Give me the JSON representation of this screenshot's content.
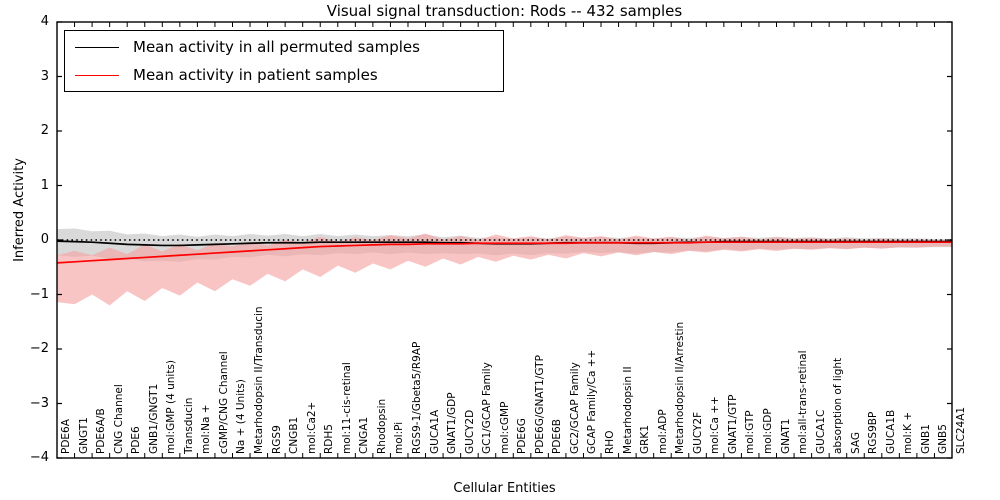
{
  "chart_data": {
    "type": "line",
    "title": "Visual signal transduction: Rods -- 432 samples",
    "xlabel": "Cellular Entities",
    "ylabel": "Inferred Activity",
    "ylim": [
      -4,
      4
    ],
    "yticks": [
      -4,
      -3,
      -2,
      -1,
      0,
      1,
      2,
      3,
      4
    ],
    "grid": false,
    "legend_position": "upper left",
    "legend": [
      {
        "label": "Mean activity in all permuted samples",
        "color": "#000000"
      },
      {
        "label": "Mean activity in patient samples",
        "color": "#ff0000"
      }
    ],
    "categories": [
      "PDE6A",
      "GNGT1",
      "PDE6A/B",
      "CNG Channel",
      "PDE6",
      "GNB1/GNGT1",
      "mol:GMP (4 units)",
      "Transducin",
      "mol:Na +",
      "cGMP/CNG Channel",
      "Na + (4 Units)",
      "Metarhodopsin II/Transducin",
      "RGS9",
      "CNGB1",
      "mol:Ca2+",
      "RDH5",
      "mol:11-cis-retinal",
      "CNGA1",
      "Rhodopsin",
      "mol:Pi",
      "RGS9-1/Gbeta5/R9AP",
      "GUCA1A",
      "GNAT1/GDP",
      "GUCY2D",
      "GC1/GCAP Family",
      "mol:cGMP",
      "PDE6G",
      "PDE6G/GNAT1/GTP",
      "PDE6B",
      "GC2/GCAP Family",
      "GCAP Family/Ca ++",
      "RHO",
      "Metarhodopsin II",
      "GRK1",
      "mol:ADP",
      "Metarhodopsin II/Arrestin",
      "GUCY2F",
      "mol:Ca ++",
      "GNAT1/GTP",
      "mol:GTP",
      "mol:GDP",
      "GNAT1",
      "mol:all-trans-retinal",
      "GUCA1C",
      "absorption of light",
      "SAG",
      "RGS9BP",
      "GUCA1B",
      "mol:K +",
      "GNB1",
      "GNB5",
      "SLC24A1"
    ],
    "series": [
      {
        "name": "Mean activity in all permuted samples",
        "color": "#000000",
        "style": "solid",
        "values": [
          -0.02,
          -0.03,
          -0.04,
          -0.06,
          -0.08,
          -0.09,
          -0.1,
          -0.1,
          -0.09,
          -0.08,
          -0.07,
          -0.06,
          -0.05,
          -0.05,
          -0.05,
          -0.04,
          -0.04,
          -0.04,
          -0.04,
          -0.04,
          -0.04,
          -0.04,
          -0.05,
          -0.05,
          -0.06,
          -0.07,
          -0.07,
          -0.07,
          -0.06,
          -0.05,
          -0.05,
          -0.05,
          -0.05,
          -0.06,
          -0.06,
          -0.05,
          -0.04,
          -0.04,
          -0.03,
          -0.03,
          -0.03,
          -0.03,
          -0.03,
          -0.03,
          -0.03,
          -0.03,
          -0.03,
          -0.03,
          -0.03,
          -0.03,
          -0.03,
          -0.03
        ],
        "band_upper": [
          0.22,
          0.24,
          0.2,
          0.23,
          0.18,
          0.21,
          0.17,
          0.2,
          0.15,
          0.18,
          0.14,
          0.17,
          0.13,
          0.16,
          0.12,
          0.15,
          0.11,
          0.14,
          0.11,
          0.13,
          0.11,
          0.14,
          0.1,
          0.13,
          0.1,
          0.12,
          0.09,
          0.12,
          0.09,
          0.11,
          0.09,
          0.11,
          0.09,
          0.11,
          0.08,
          0.1,
          0.08,
          0.1,
          0.07,
          0.09,
          0.07,
          0.09,
          0.07,
          0.08,
          0.06,
          0.08,
          0.06,
          0.07,
          0.06,
          0.06,
          0.05,
          0.05
        ],
        "band_lower": [
          -0.26,
          -0.28,
          -0.25,
          -0.29,
          -0.26,
          -0.3,
          -0.28,
          -0.3,
          -0.26,
          -0.28,
          -0.24,
          -0.26,
          -0.22,
          -0.25,
          -0.21,
          -0.24,
          -0.2,
          -0.22,
          -0.19,
          -0.22,
          -0.19,
          -0.22,
          -0.19,
          -0.21,
          -0.19,
          -0.21,
          -0.18,
          -0.21,
          -0.18,
          -0.2,
          -0.17,
          -0.19,
          -0.17,
          -0.19,
          -0.16,
          -0.18,
          -0.15,
          -0.17,
          -0.14,
          -0.16,
          -0.13,
          -0.15,
          -0.13,
          -0.14,
          -0.12,
          -0.13,
          -0.11,
          -0.12,
          -0.11,
          -0.11,
          -0.1,
          -0.1
        ]
      },
      {
        "name": "Mean activity in patient samples",
        "color": "#ff0000",
        "style": "solid",
        "values": [
          -0.42,
          -0.4,
          -0.38,
          -0.36,
          -0.34,
          -0.32,
          -0.3,
          -0.28,
          -0.26,
          -0.24,
          -0.22,
          -0.2,
          -0.18,
          -0.16,
          -0.14,
          -0.12,
          -0.11,
          -0.1,
          -0.09,
          -0.08,
          -0.08,
          -0.07,
          -0.07,
          -0.07,
          -0.06,
          -0.06,
          -0.06,
          -0.06,
          -0.06,
          -0.06,
          -0.05,
          -0.05,
          -0.05,
          -0.05,
          -0.05,
          -0.05,
          -0.05,
          -0.04,
          -0.04,
          -0.04,
          -0.04,
          -0.04,
          -0.04,
          -0.04,
          -0.04,
          -0.04,
          -0.04,
          -0.04,
          -0.04,
          -0.04,
          -0.04,
          -0.04
        ],
        "band_upper": [
          0.14,
          0.2,
          0.1,
          0.22,
          0.08,
          0.24,
          0.09,
          0.21,
          0.07,
          0.19,
          0.1,
          0.17,
          0.08,
          0.16,
          0.09,
          0.18,
          0.07,
          0.15,
          0.09,
          0.17,
          0.11,
          0.19,
          0.08,
          0.14,
          0.06,
          0.16,
          0.09,
          0.13,
          0.07,
          0.15,
          0.09,
          0.12,
          0.06,
          0.13,
          0.08,
          0.11,
          0.05,
          0.12,
          0.07,
          0.1,
          0.05,
          0.09,
          0.06,
          0.08,
          0.05,
          0.07,
          0.04,
          0.06,
          0.04,
          0.05,
          0.04,
          0.04
        ],
        "band_lower": [
          -0.72,
          -0.78,
          -0.62,
          -0.84,
          -0.6,
          -0.8,
          -0.58,
          -0.74,
          -0.52,
          -0.7,
          -0.5,
          -0.64,
          -0.44,
          -0.6,
          -0.4,
          -0.56,
          -0.36,
          -0.5,
          -0.34,
          -0.46,
          -0.3,
          -0.42,
          -0.27,
          -0.38,
          -0.25,
          -0.34,
          -0.23,
          -0.3,
          -0.21,
          -0.28,
          -0.19,
          -0.25,
          -0.18,
          -0.23,
          -0.17,
          -0.21,
          -0.15,
          -0.19,
          -0.14,
          -0.17,
          -0.13,
          -0.16,
          -0.12,
          -0.14,
          -0.11,
          -0.13,
          -0.1,
          -0.12,
          -0.09,
          -0.1,
          -0.08,
          -0.08
        ]
      }
    ],
    "reference_line": {
      "value": 0,
      "style": "dotted",
      "color": "#000000"
    },
    "colors": {
      "permuted_line": "#000000",
      "permuted_band": "#cccccc",
      "patient_line": "#ff0000",
      "patient_band": "#f4a0a0",
      "axis": "#000000",
      "background": "#ffffff"
    }
  }
}
